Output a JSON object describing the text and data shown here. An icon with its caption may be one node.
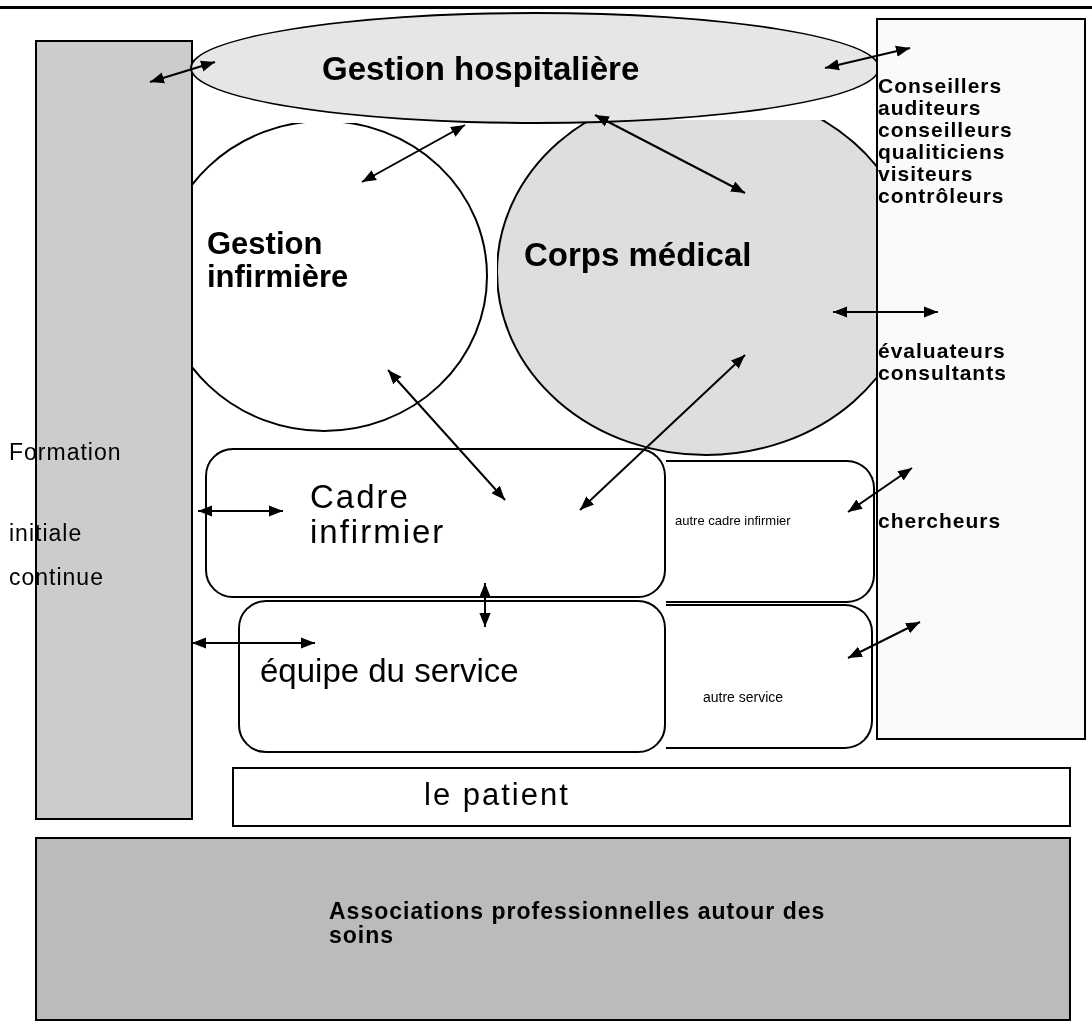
{
  "diagram": {
    "nodes": [
      {
        "text": [
          "Formation",
          "initiale continue"
        ]
      },
      {
        "text": [
          "Gestion hospitalière"
        ]
      },
      {
        "text": [
          "Conseillers auditeurs conseilleurs qualiticiens visiteurs contrôleurs",
          "évaluateurs consultants",
          "chercheurs"
        ]
      },
      {
        "text": [
          "Gestion infirmière"
        ]
      },
      {
        "text": [
          "Corps médical"
        ]
      },
      {
        "text": [
          "Cadre infirmier"
        ]
      },
      {
        "text": [
          "autre cadre infirmier"
        ]
      },
      {
        "text": [
          "équipe du service"
        ]
      },
      {
        "text": [
          "autre service"
        ]
      },
      {
        "text": [
          "le patient"
        ]
      },
      {
        "text": [
          "Associations professionnelles autour des soins"
        ]
      }
    ],
    "edges": [
      {
        "from": 0,
        "to": 1,
        "arrow": "both"
      },
      {
        "from": 1,
        "to": 2,
        "arrow": "both"
      },
      {
        "from": 1,
        "to": 3,
        "arrow": "both"
      },
      {
        "from": 1,
        "to": 4,
        "arrow": "both"
      },
      {
        "from": 4,
        "to": 2,
        "arrow": "both"
      },
      {
        "from": 5,
        "to": 3,
        "arrow": "both"
      },
      {
        "from": 5,
        "to": 4,
        "arrow": "both"
      },
      {
        "from": 6,
        "to": 2,
        "arrow": "both"
      },
      {
        "from": 5,
        "to": 7,
        "arrow": "both"
      },
      {
        "from": 0,
        "to": 5,
        "arrow": "both"
      },
      {
        "from": 0,
        "to": 7,
        "arrow": "both"
      },
      {
        "from": 8,
        "to": 2,
        "arrow": "both"
      }
    ]
  }
}
